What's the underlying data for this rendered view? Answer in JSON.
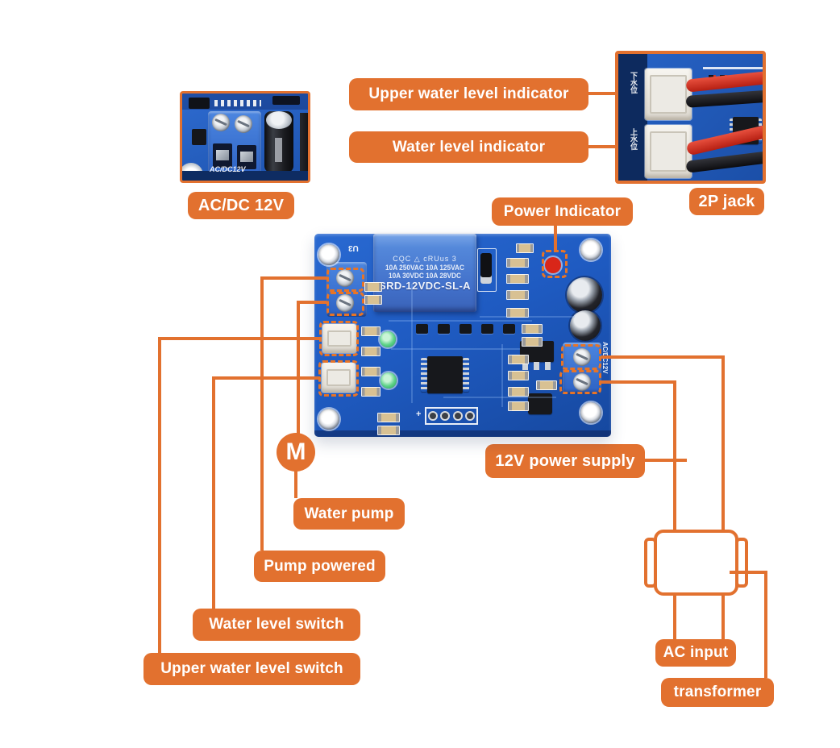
{
  "diagram": {
    "type": "annotated-product-diagram",
    "subject": "water level controller PCB",
    "callouts": {
      "upper_water_level_indicator": "Upper water level indicator",
      "water_level_indicator": "Water level indicator",
      "power_indicator": "Power Indicator",
      "ac_dc_12v_caption": "AC/DC 12V",
      "two_p_jack_caption": "2P jack",
      "twelve_v_power_supply": "12V power supply",
      "water_pump": "Water pump",
      "pump_powered": "Pump powered",
      "water_level_switch": "Water level switch",
      "upper_water_level_switch": "Upper water level switch",
      "ac_input": "AC input",
      "transformer": "transformer"
    },
    "motor_symbol": "M",
    "board": {
      "silkscreen_u3": "U3",
      "silkscreen_acdc12v": "AC/DC12V",
      "relay": {
        "certs": "CQC  △  cRUus  3",
        "rating_line1": "10A 250VAC  10A 125VAC",
        "rating_line2": "10A  30VDC  10A  28VDC",
        "model": "SRD-12VDC-SL-A"
      }
    },
    "inset_left": {
      "silkscreen": "AC/DC12V"
    },
    "inset_right": {
      "silkscreen_lower": "下水位",
      "silkscreen_upper": "上水位"
    },
    "colors": {
      "label_orange": "#E2712F",
      "pcb_blue": "#1F5BC2",
      "relay_blue": "#4A80D8",
      "led_red": "#DF2718",
      "led_green": "#3FBE68"
    }
  }
}
